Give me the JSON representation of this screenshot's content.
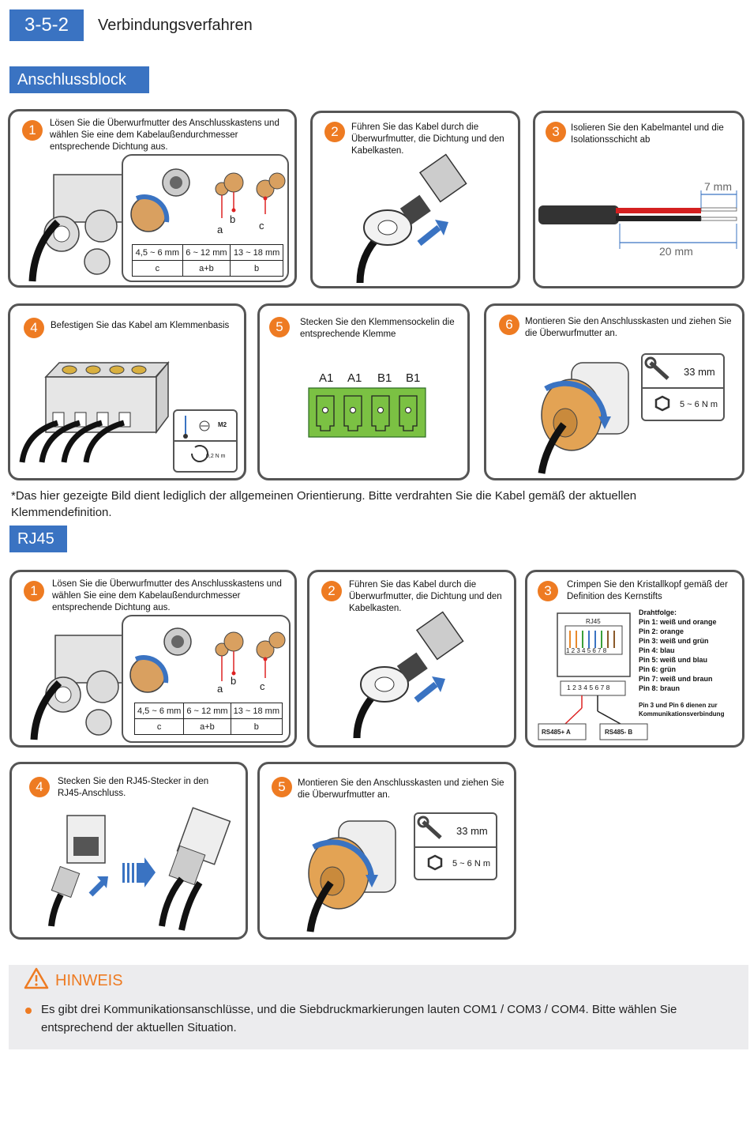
{
  "section": {
    "number": "3-5-2",
    "title": "Verbindungsverfahren"
  },
  "terminal_block": {
    "heading": "Anschlussblock",
    "steps": [
      {
        "num": "1",
        "text": "Lösen Sie die Überwurfmutter des Anschlusskastens und wählen Sie eine dem Kabelaußendurchmesser entsprechende Dichtung aus."
      },
      {
        "num": "2",
        "text": "Führen Sie das Kabel durch die Überwurfmutter, die Dichtung und den Kabelkasten."
      },
      {
        "num": "3",
        "text": "Isolieren Sie den Kabelmantel und die Isolationsschicht ab"
      },
      {
        "num": "4",
        "text": "Befestigen Sie das Kabel am Klemmenbasis"
      },
      {
        "num": "5",
        "text": "Stecken Sie den Klemmensockelin die entsprechende Klemme"
      },
      {
        "num": "6",
        "text": "Montieren Sie den Anschlusskasten und ziehen Sie die Überwurfmutter an."
      }
    ],
    "seal_labels": {
      "a": "a",
      "b": "b",
      "c": "c"
    },
    "seal_table": {
      "headers": [
        "4,5 ~ 6 mm",
        "6 ~ 12 mm",
        "13 ~ 18 mm"
      ],
      "values": [
        "c",
        "a+b",
        "b"
      ]
    },
    "strip": {
      "short": "7 mm",
      "long": "20 mm"
    },
    "screw": {
      "driver": "M2",
      "torque": "0,2 N m"
    },
    "terminals": [
      "A1",
      "A1",
      "B1",
      "B1"
    ],
    "wrench": {
      "size": "33 mm",
      "torque": "5 ~ 6 N m"
    }
  },
  "note": "*Das hier gezeigte Bild dient lediglich der allgemeinen Orientierung. Bitte verdrahten Sie die Kabel gemäß der aktuellen Klemmendefinition.",
  "rj45": {
    "heading": "RJ45",
    "steps": [
      {
        "num": "1",
        "text": "Lösen Sie die Überwurfmutter des Anschlusskastens und wählen Sie eine dem Kabelaußendurchmesser entsprechende Dichtung aus."
      },
      {
        "num": "2",
        "text": "Führen Sie das Kabel durch die Überwurfmutter, die Dichtung und den Kabelkasten."
      },
      {
        "num": "3",
        "text": "Crimpen Sie den Kristallkopf gemäß der Definition des Kernstifts"
      },
      {
        "num": "4",
        "text": "Stecken Sie den RJ45-Stecker in den RJ45-Anschluss."
      },
      {
        "num": "5",
        "text": "Montieren Sie den Anschlusskasten und ziehen Sie die Überwurfmutter an."
      }
    ],
    "seal_labels": {
      "a": "a",
      "b": "b",
      "c": "c"
    },
    "seal_table": {
      "headers": [
        "4,5 ~ 6 mm",
        "6 ~ 12 mm",
        "13 ~ 18 mm"
      ],
      "values": [
        "c",
        "a+b",
        "b"
      ]
    },
    "connector_label": "RJ45",
    "pin_numbers": "1 2 3 4 5 6 7 8",
    "wire_title": "Drahtfolge:",
    "pins": [
      "Pin 1: weiß und orange",
      "Pin 2: orange",
      "Pin 3: weiß und grün",
      "Pin 4: blau",
      "Pin 5: weiß und blau",
      "Pin 6: grün",
      "Pin 7: weiß und braun",
      "Pin 8: braun"
    ],
    "pin_note": "Pin 3 und Pin 6 dienen zur Kommunikationsverbindung",
    "rs485_a": "RS485+ A",
    "rs485_b": "RS485- B",
    "wrench": {
      "size": "33 mm",
      "torque": "5 ~ 6 N m"
    }
  },
  "hint": {
    "title": "HINWEIS",
    "text": "Es gibt drei Kommunikationsanschlüsse, und die Siebdruckmarkierungen lauten COM1 / COM3 / COM4. Bitte wählen Sie entsprechend der aktuellen Situation."
  },
  "colors": {
    "blue": "#3a73c2",
    "orange": "#ee7b22",
    "green": "#7bc143",
    "card_border": "#555555"
  }
}
